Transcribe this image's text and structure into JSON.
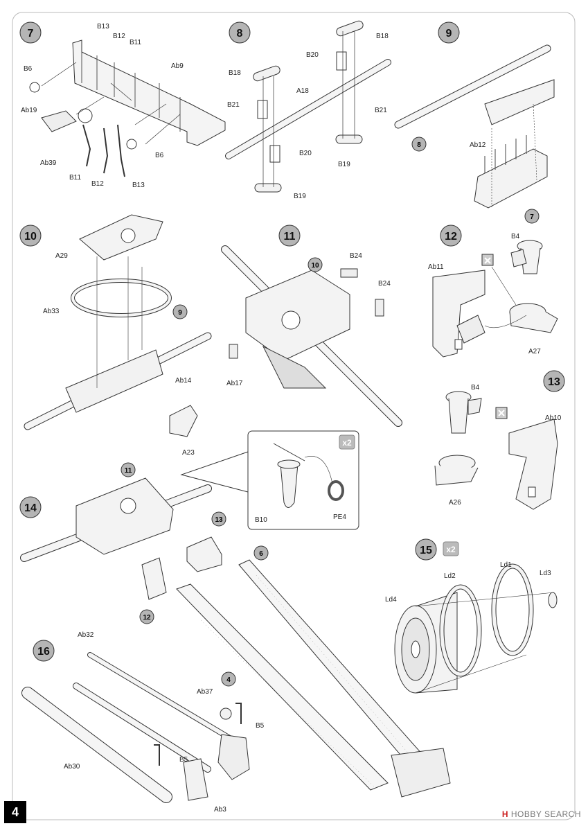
{
  "page_number": "4",
  "watermark": {
    "brand": "HOBBY SEARCH",
    "mark": "H"
  },
  "steps": [
    {
      "num": "7",
      "parts": [
        "B13",
        "B12",
        "B11",
        "B6",
        "Ab9",
        "Ab19",
        "Ab39",
        "B11",
        "B12",
        "B13",
        "B6"
      ]
    },
    {
      "num": "8",
      "parts": [
        "B18",
        "B20",
        "B18",
        "A18",
        "B21",
        "B21",
        "B20",
        "B19",
        "B19"
      ]
    },
    {
      "num": "9",
      "parts": [
        "Ab12"
      ],
      "refs": [
        "8",
        "7"
      ]
    },
    {
      "num": "10",
      "parts": [
        "A29",
        "Ab33",
        "Ab14",
        "A23"
      ],
      "refs": [
        "9"
      ]
    },
    {
      "num": "11",
      "parts": [
        "B24",
        "B24",
        "Ab17"
      ],
      "refs": [
        "10"
      ]
    },
    {
      "num": "12",
      "parts": [
        "B4",
        "Ab11",
        "A27"
      ]
    },
    {
      "num": "13",
      "parts": [
        "B4",
        "Ab10",
        "A26"
      ]
    },
    {
      "num": "14",
      "parts": [
        "B10",
        "PE4"
      ],
      "refs": [
        "11",
        "13",
        "12",
        "6",
        "4"
      ],
      "multiplier": "x2"
    },
    {
      "num": "15",
      "parts": [
        "Ld2",
        "Ld1",
        "Ld3",
        "Ld4"
      ],
      "multiplier": "x2"
    },
    {
      "num": "16",
      "parts": [
        "Ab32",
        "Ab37",
        "B5",
        "B5",
        "Ab30",
        "Ab3"
      ]
    }
  ]
}
